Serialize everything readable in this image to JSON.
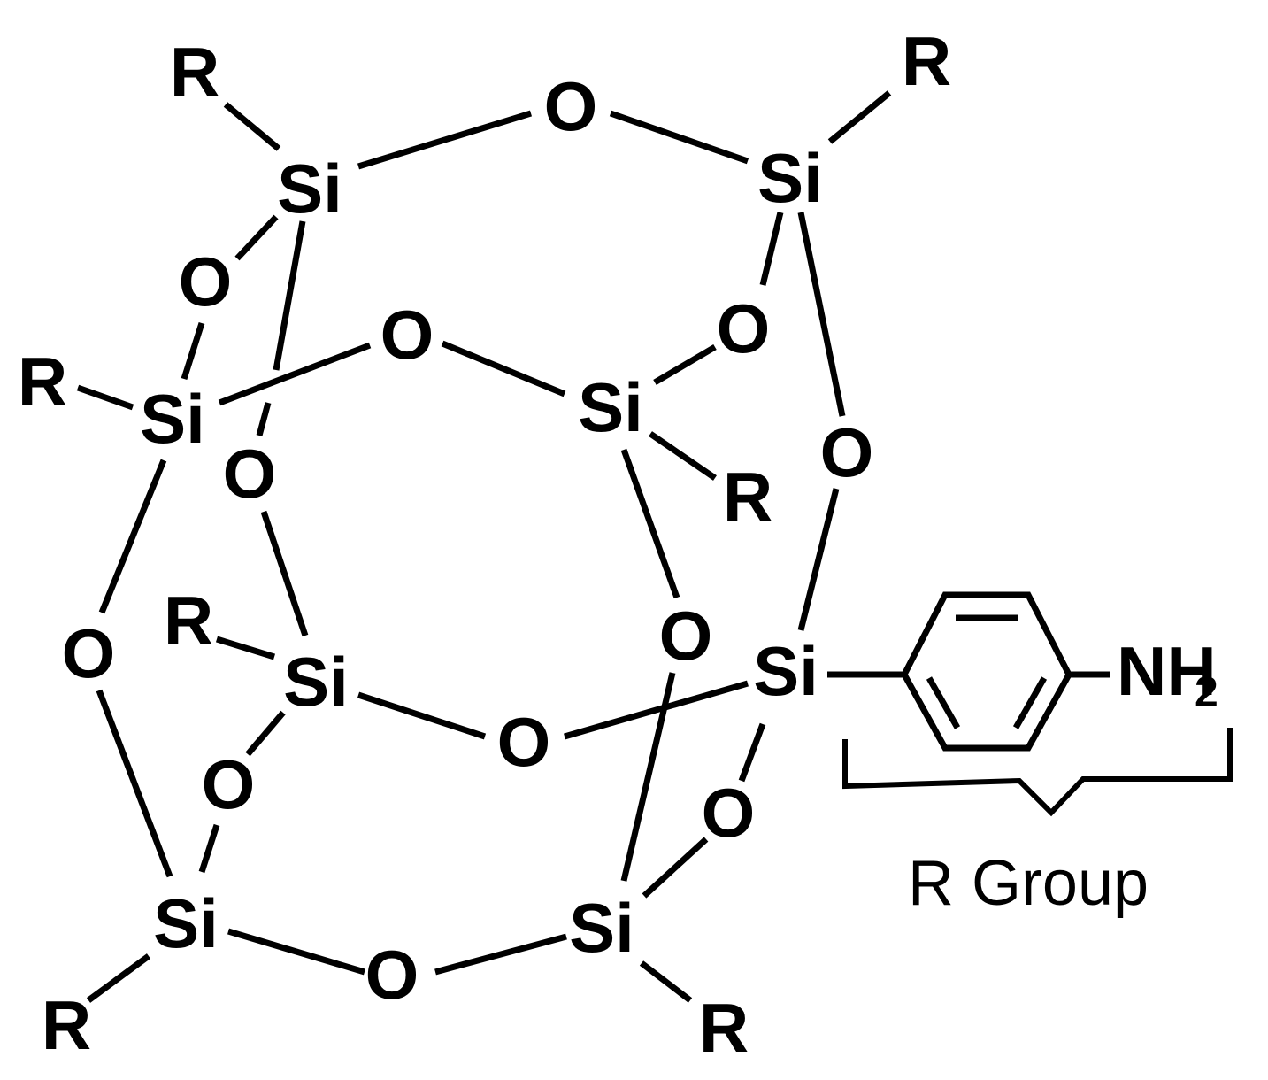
{
  "atoms": {
    "si_top_left": "Si",
    "si_top_right": "Si",
    "si_mid_left": "Si",
    "si_mid_center": "Si",
    "si_low_center": "Si",
    "si_right": "Si",
    "si_bottom_left": "Si",
    "si_bottom_center": "Si",
    "o_top": "O",
    "o_upper_left": "O",
    "o_upper_center": "O",
    "o_upper_right": "O",
    "o_mid_left": "O",
    "o_mid_right": "O",
    "o_left": "O",
    "o_center_right": "O",
    "o_low_center": "O",
    "o_low_left": "O",
    "o_low_right": "O",
    "o_bottom": "O",
    "r_top_left": "R",
    "r_top_right": "R",
    "r_mid_left": "R",
    "r_mid_right": "R",
    "r_center_left": "R",
    "r_bottom_left": "R",
    "r_bottom_right": "R"
  },
  "substituent": {
    "amine_main": "NH",
    "amine_subscript": "2"
  },
  "caption": "R Group"
}
